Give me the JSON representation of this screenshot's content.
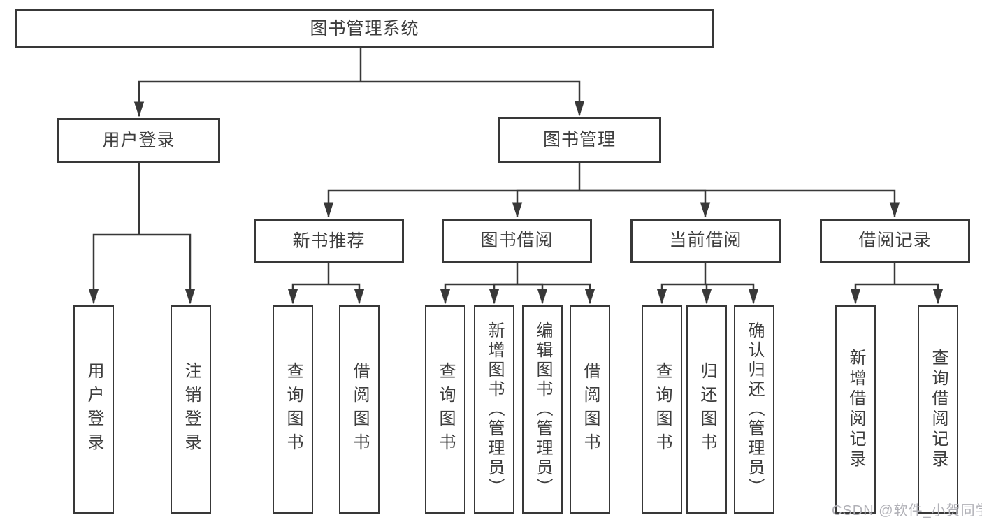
{
  "diagram": {
    "title": "图书管理系统",
    "type": "hierarchy-tree",
    "colors": {
      "line": "#383838",
      "box_background": "#ffffff",
      "text": "#3d3d3d",
      "watermark": "#b1b1b7"
    },
    "nodes": {
      "root": {
        "label": "图书管理系统"
      },
      "user_login": {
        "label": "用户登录"
      },
      "book_management": {
        "label": "图书管理"
      },
      "new_book_recommend": {
        "label": "新书推荐"
      },
      "book_borrow": {
        "label": "图书借阅"
      },
      "current_borrow": {
        "label": "当前借阅"
      },
      "borrow_records": {
        "label": "借阅记录"
      }
    },
    "leaves": [
      {
        "parent": "用户登录",
        "label": "用户登录"
      },
      {
        "parent": "用户登录",
        "label": "注销登录"
      },
      {
        "parent": "新书推荐",
        "label": "查询图书"
      },
      {
        "parent": "新书推荐",
        "label": "借阅图书"
      },
      {
        "parent": "图书借阅",
        "label": "查询图书"
      },
      {
        "parent": "图书借阅",
        "label": "新增图书（管理员）"
      },
      {
        "parent": "图书借阅",
        "label": "编辑图书（管理员）"
      },
      {
        "parent": "图书借阅",
        "label": "借阅图书"
      },
      {
        "parent": "当前借阅",
        "label": "查询图书"
      },
      {
        "parent": "当前借阅",
        "label": "归还图书"
      },
      {
        "parent": "当前借阅",
        "label": "确认归还（管理员）"
      },
      {
        "parent": "借阅记录",
        "label": "新增借阅记录"
      },
      {
        "parent": "借阅记录",
        "label": "查询借阅记录"
      }
    ],
    "watermark": "CSDN @软件_小贺同学"
  }
}
